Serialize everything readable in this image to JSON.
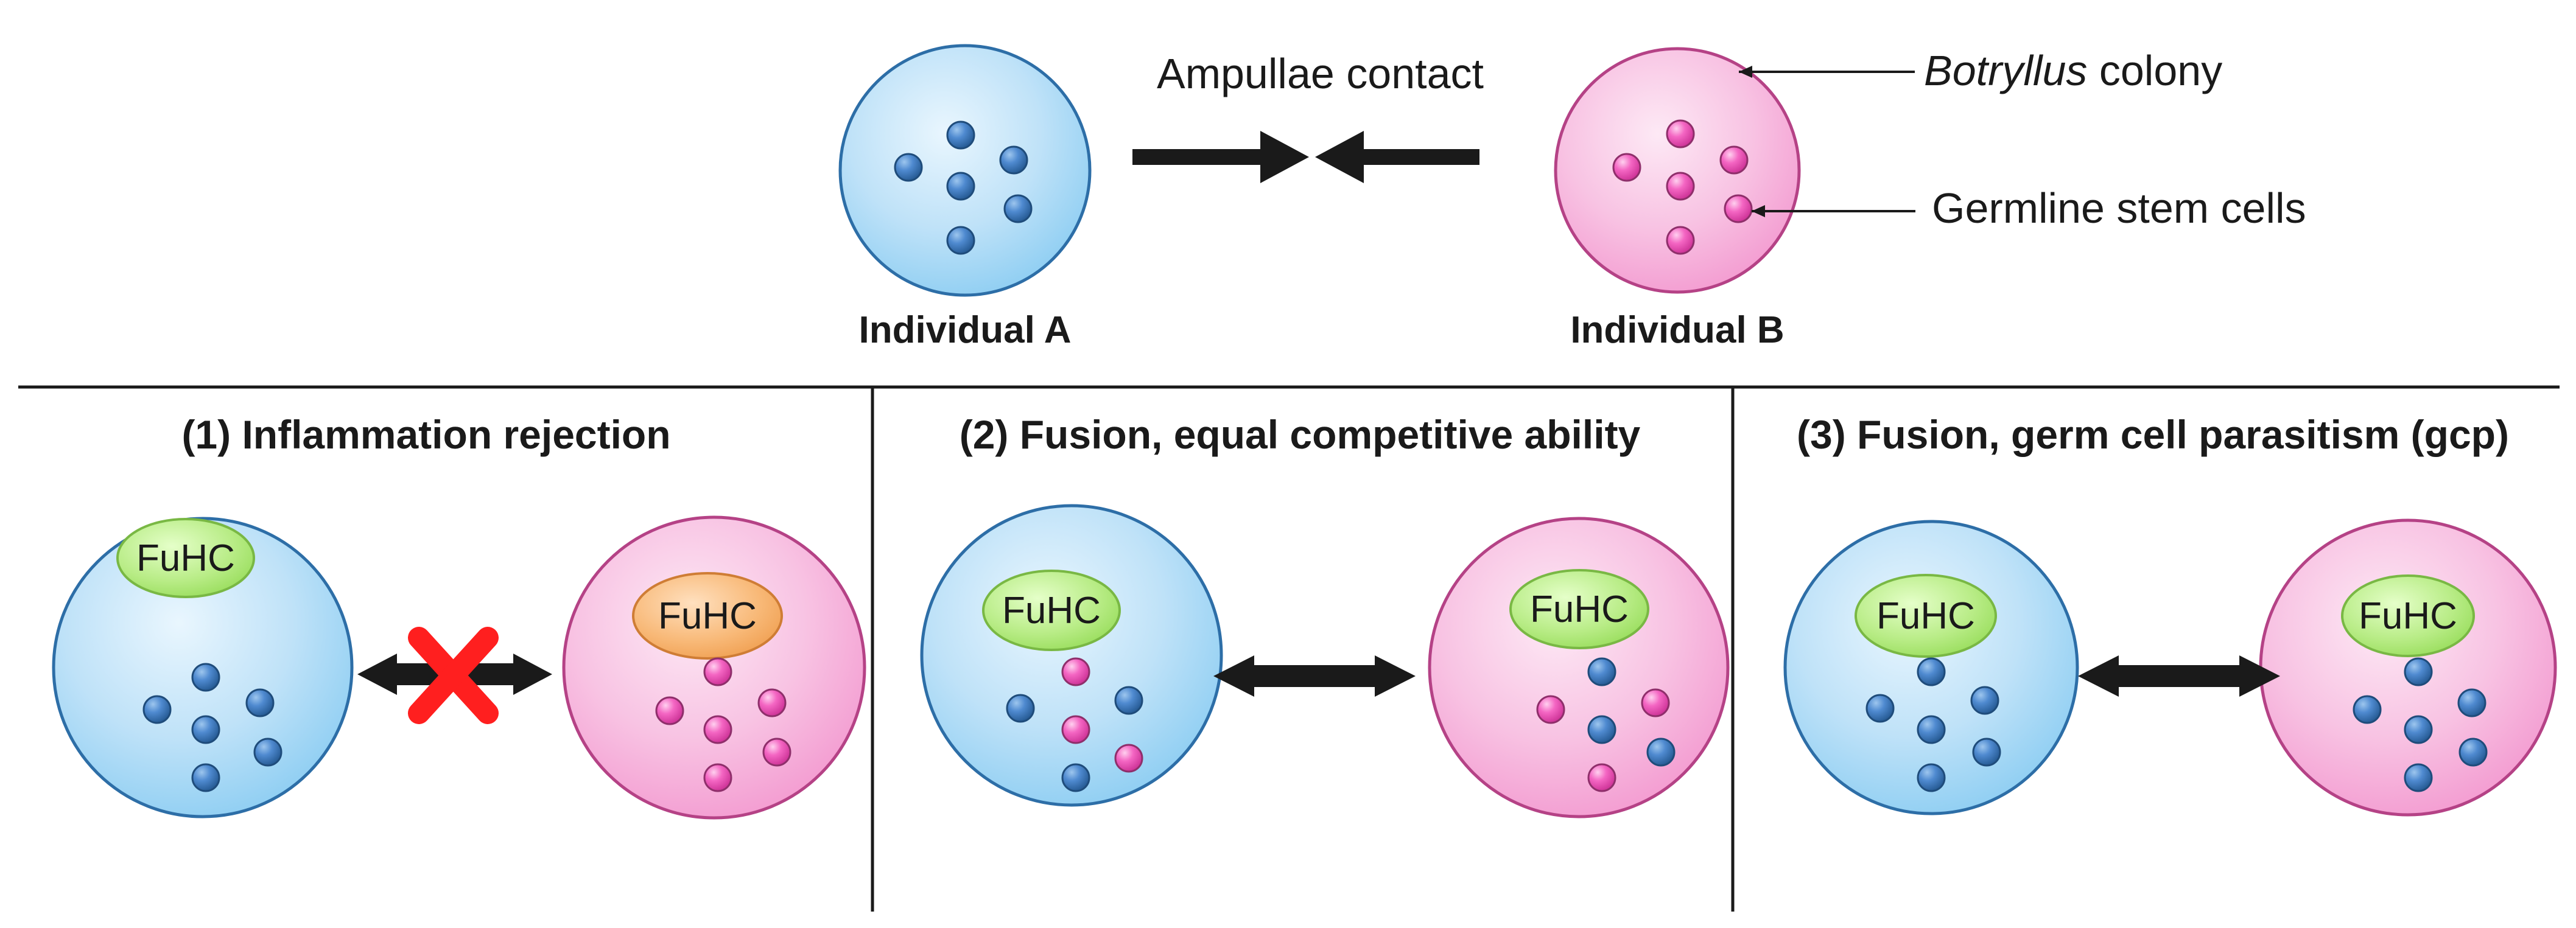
{
  "top": {
    "contact_label": "Ampullae contact",
    "colony_label_italic": "Botryllus",
    "colony_label_rest": " colony",
    "germline_label": "Germline stem cells",
    "individual_a_label": "Individual A",
    "individual_b_label": "Individual B"
  },
  "panels": [
    {
      "title": "(1) Inflammation rejection",
      "left_fuhc_label": "FuHC",
      "right_fuhc_label": "FuHC"
    },
    {
      "title": "(2) Fusion, equal competitive ability",
      "left_fuhc_label": "FuHC",
      "right_fuhc_label": "FuHC"
    },
    {
      "title": "(3) Fusion, germ cell parasitism (gcp)",
      "left_fuhc_label": "FuHC",
      "right_fuhc_label": "FuHC"
    }
  ],
  "colors": {
    "individual_a_fill": "#b9dff7",
    "individual_b_fill": "#f7b7dc",
    "blue_cell": "#3a78b8",
    "pink_cell": "#ef58b9",
    "fuhc_green": "#a8e86c",
    "fuhc_orange": "#f6ad67",
    "rejection_mark": "#ff1f1f",
    "arrow_color": "#1a1a1a",
    "divider_color": "#1a1a1a"
  }
}
